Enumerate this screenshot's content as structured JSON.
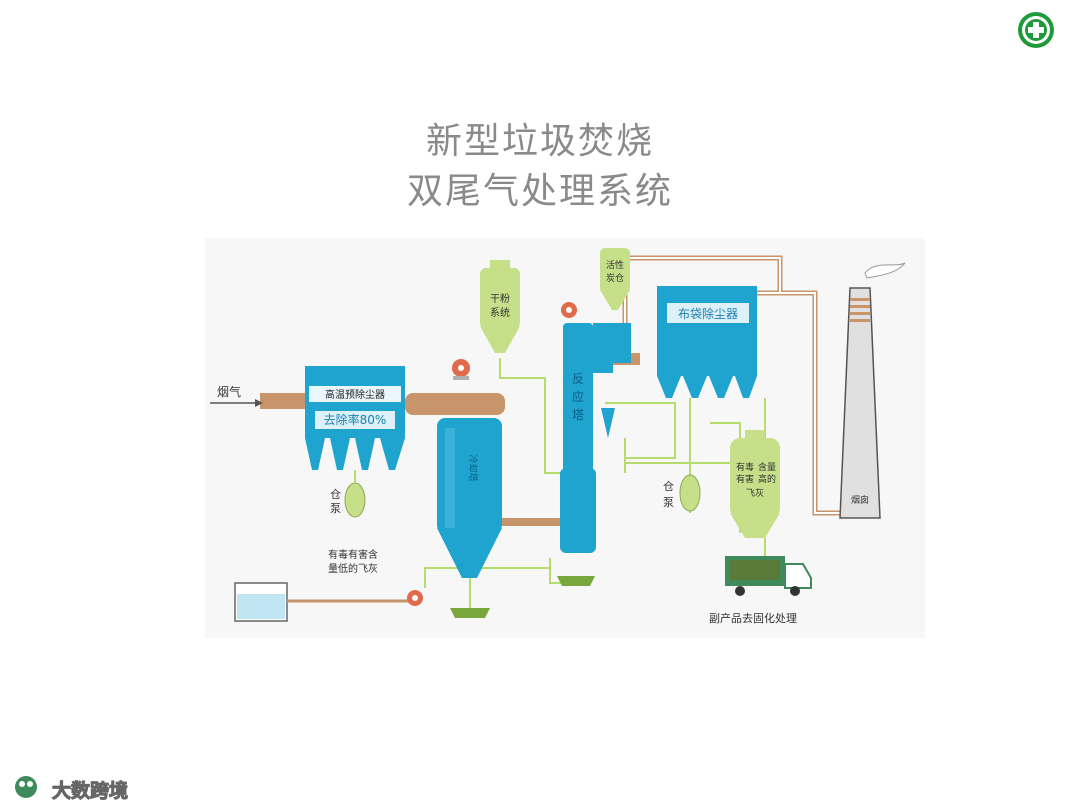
{
  "title": {
    "line1": "新型垃圾焚烧",
    "line2": "双尾气处理系统"
  },
  "logo": {
    "icon": "green-cross-emblem-icon",
    "color": "#1e9a3a"
  },
  "watermark": {
    "text": "大数跨境"
  },
  "diagram": {
    "colors": {
      "vessel": "#1fa3cf",
      "vessel_dark": "#0d7fa8",
      "duct": "#c8956a",
      "silo": "#c6e08a",
      "pipe": "#b7dc6e",
      "chimney": "#d9d9d9"
    },
    "labels": {
      "flue_gas": "烟气",
      "ht_precollector": "高温预除尘器",
      "removal_rate": "去除率80%",
      "dry_system_line1": "干粉",
      "dry_system_line2": "系统",
      "active_carbon_line1": "活性",
      "active_carbon_line2": "炭仓",
      "reaction_tower_1": "反",
      "reaction_tower_2": "应",
      "reaction_tower_3": "塔",
      "cooling_tower": "冷却塔",
      "baghouse": "布袋除尘器",
      "chimney": "烟囱",
      "pump_left_1": "仓",
      "pump_left_2": "泵",
      "pump_right_1": "仓",
      "pump_right_2": "泵",
      "fly_ash_low_1": "有毒有害含",
      "fly_ash_low_2": "量低的飞灰",
      "fly_ash_high_1": "有毒",
      "fly_ash_high_2": "有害",
      "fly_ash_high_3": "含量",
      "fly_ash_high_4": "高的",
      "fly_ash_high_5": "飞灰",
      "byproduct": "副产品去固化处理"
    }
  }
}
